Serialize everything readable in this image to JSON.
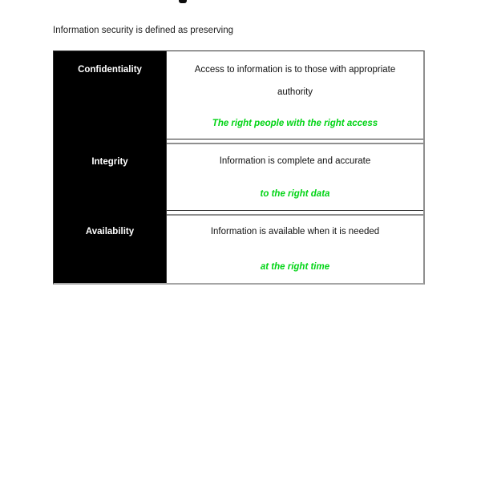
{
  "page": {
    "background": "#ffffff"
  },
  "intro": {
    "text": "Information security is defined as preserving"
  },
  "colors": {
    "term_column_background": "#000000",
    "term_text": "#ffffff",
    "definition_text": "#111111",
    "highlight_green": "#00d414",
    "border_dark": "#2f2f2f",
    "border_gray": "#8f8f8f"
  },
  "table": {
    "rows": [
      {
        "term": "Confidentiality",
        "description_lines": [
          "Access to information is to those with appropriate",
          "authority"
        ],
        "highlight": "The right people with the right access"
      },
      {
        "term": "Integrity",
        "description_lines": [
          "Information is complete and accurate"
        ],
        "highlight": "to the right data"
      },
      {
        "term": "Availability",
        "description_lines": [
          "Information is available when it is needed"
        ],
        "highlight": "at the right time"
      }
    ]
  }
}
